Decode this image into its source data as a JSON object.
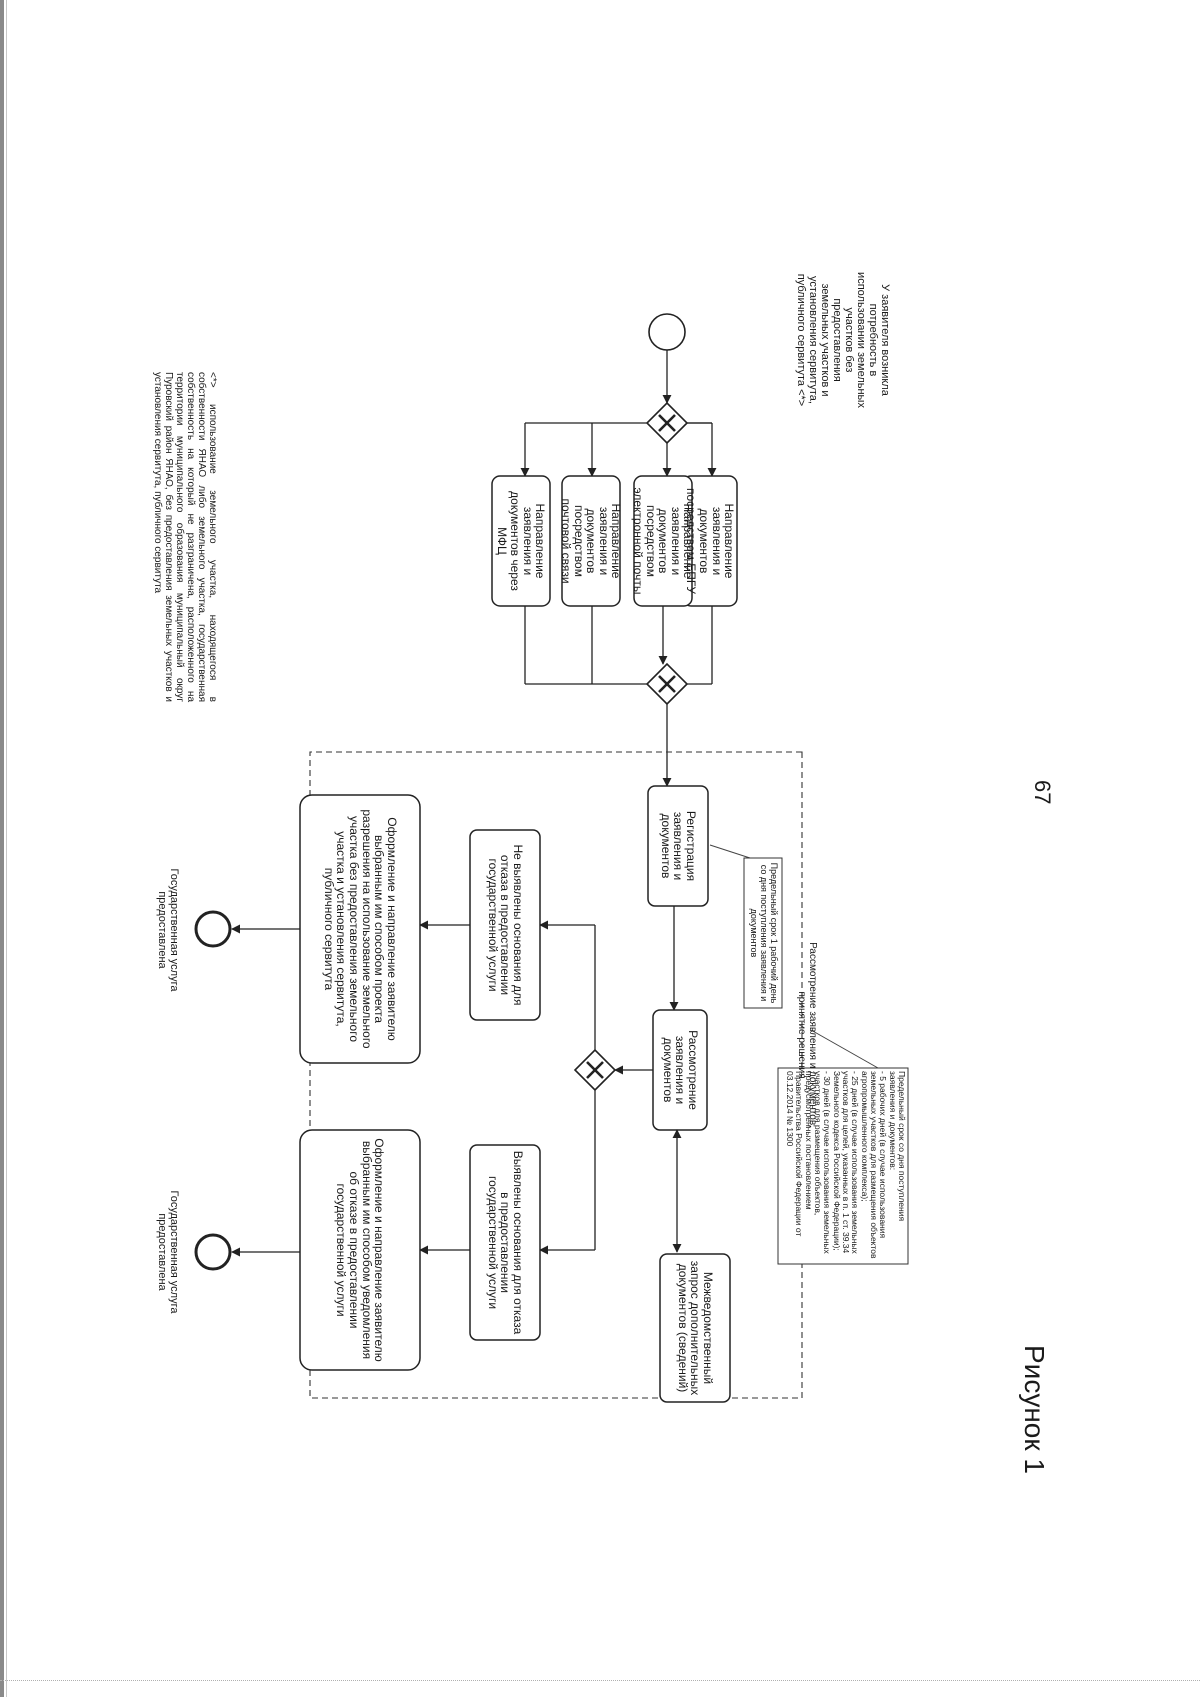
{
  "page_number": "67",
  "figure_title": "Рисунок 1",
  "start_label": "У заявителя возникла потребность в использовании земельных участков без предоставления земельных участков и установления сервитута, публичного сервитута <*>",
  "channels": [
    {
      "label": "Направление заявления и документов через МФЦ"
    },
    {
      "label": "Направление заявления и документов посредством почтовой связи"
    },
    {
      "label": "Направление заявления и документов посредством электронной почты"
    },
    {
      "label": "Направление заявления и документов посредством ЕПГУ"
    }
  ],
  "registration": {
    "label": "Регистрация заявления и документов"
  },
  "registration_note": "Предельный срок 1 рабочий день со дня поступления заявления и документов",
  "review_block_label": "Рассмотрение заявления и документов, принятие решения",
  "review": {
    "label": "Рассмотрение заявления и документов"
  },
  "interagency": {
    "label": "Межведомственный запрос дополнительных документов (сведений)"
  },
  "deadline_note": "Предельный срок со дня поступления заявления и документов:\n- 5 рабочих дней (в случае использования земельных участков для размещения объектов агропромышленного комплекса);\n- 25 дней (в случае использования земельных участков для целей, указанных в п. 1 ст. 39.34 Земельного кодекса Российской Федерации);\n- 30 дней (в случае использования земельных участков для размещения объектов, предусмотренных постановлением Правительства Российской Федерации от 03.12.2014 № 1300",
  "positive": {
    "condition": "Не выявлены основания для отказа в предоставлении государственной услуги",
    "action": "Оформление и направление заявителю выбранным им способом проекта разрешения на использование земельного участка без предоставления земельного участка и установления сервитута, публичного сервитута",
    "end_label": "Государственная услуга предоставлена"
  },
  "negative": {
    "condition": "Выявлены основания для отказа в предоставлении государственной услуги",
    "action": "Оформление и направление заявителю выбранным им способом уведомления об отказе в предоставлении государственной услуги",
    "end_label": "Государственная услуга предоставлена"
  },
  "footnote": "<*> использование земельного участка, находящегося в собственности ЯНАО либо земельного участка, государственная собственность на который не разграничена, расположенного на территории муниципального образования муниципальный округ Пуровский район ЯНАО, без предоставления земельных участков и установления сервитута, публичного сервитута"
}
